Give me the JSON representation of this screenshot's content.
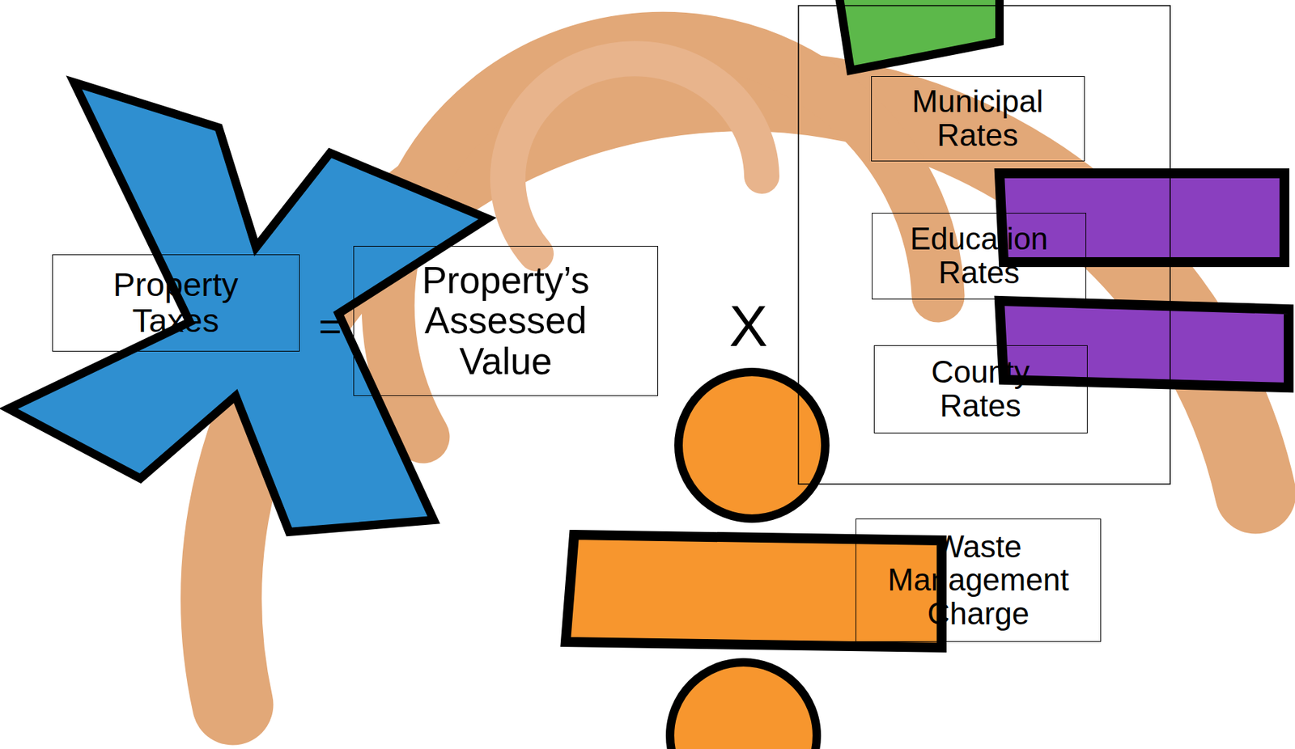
{
  "diagram": {
    "nodes": [
      {
        "text": [
          "Property Taxes"
        ]
      },
      {
        "text": [
          "Property’s Assessed Value"
        ]
      },
      {
        "text": [
          "Municipal Rates"
        ]
      },
      {
        "text": [
          "Education Rates"
        ]
      },
      {
        "text": [
          "County Rates"
        ]
      },
      {
        "text": [
          "Waste Management Charge"
        ]
      }
    ],
    "labels": [
      "=",
      "X"
    ]
  }
}
